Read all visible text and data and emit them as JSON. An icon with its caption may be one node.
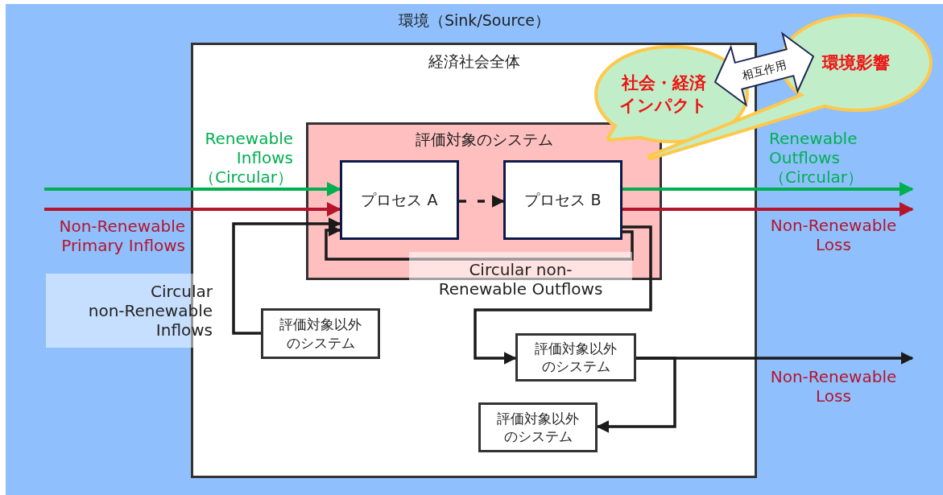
{
  "diagram": {
    "nodes": [
      {
        "text": [
          "環境（Sink/Source）"
        ]
      },
      {
        "text": [
          "経済社会全体"
        ],
        "in": 0
      },
      {
        "text": [
          "評価対象のシステム"
        ],
        "in": 1
      },
      {
        "text": [
          "プロセス A"
        ],
        "in": 2
      },
      {
        "text": [
          "プロセス B"
        ],
        "in": 2
      },
      {
        "text": [
          "評価対象以外のシステム"
        ],
        "in": 1
      },
      {
        "text": [
          "評価対象以外のシステム"
        ],
        "in": 1
      },
      {
        "text": [
          "評価対象以外のシステム"
        ],
        "in": 1
      },
      {
        "text": [
          "社会・経済インパクト"
        ],
        "in": 1
      },
      {
        "text": [
          "環境影響"
        ],
        "in": 0
      }
    ],
    "edges": [
      {
        "from": null,
        "to": 3,
        "arrow": "to",
        "label": "Renewable Inflows （Circular）",
        "color": "#00b050"
      },
      {
        "from": null,
        "to": 3,
        "arrow": "to",
        "label": "Non-Renewable Primary Inflows",
        "color": "#b5152b"
      },
      {
        "from": 5,
        "to": 3,
        "arrow": "to",
        "label": "Circular non-Renewable Inflows"
      },
      {
        "from": 3,
        "to": 4,
        "arrow": "to",
        "style": "dashed"
      },
      {
        "from": 4,
        "to": null,
        "arrow": "to",
        "label": "Renewable Outflows （Circular）",
        "color": "#00b050"
      },
      {
        "from": 4,
        "to": null,
        "arrow": "to",
        "label": "Non-Renewable Loss",
        "color": "#b5152b"
      },
      {
        "from": 4,
        "to": 3,
        "arrow": "to",
        "label": "Circular non-Renewable Outflows"
      },
      {
        "from": 4,
        "to": 6,
        "arrow": "to"
      },
      {
        "from": 6,
        "to": null,
        "arrow": "to",
        "label": "Non-Renewable Loss"
      },
      {
        "from": 6,
        "to": 7,
        "arrow": "to"
      },
      {
        "from": 8,
        "to": 9,
        "arrow": "both",
        "label": "相互作用"
      }
    ]
  }
}
